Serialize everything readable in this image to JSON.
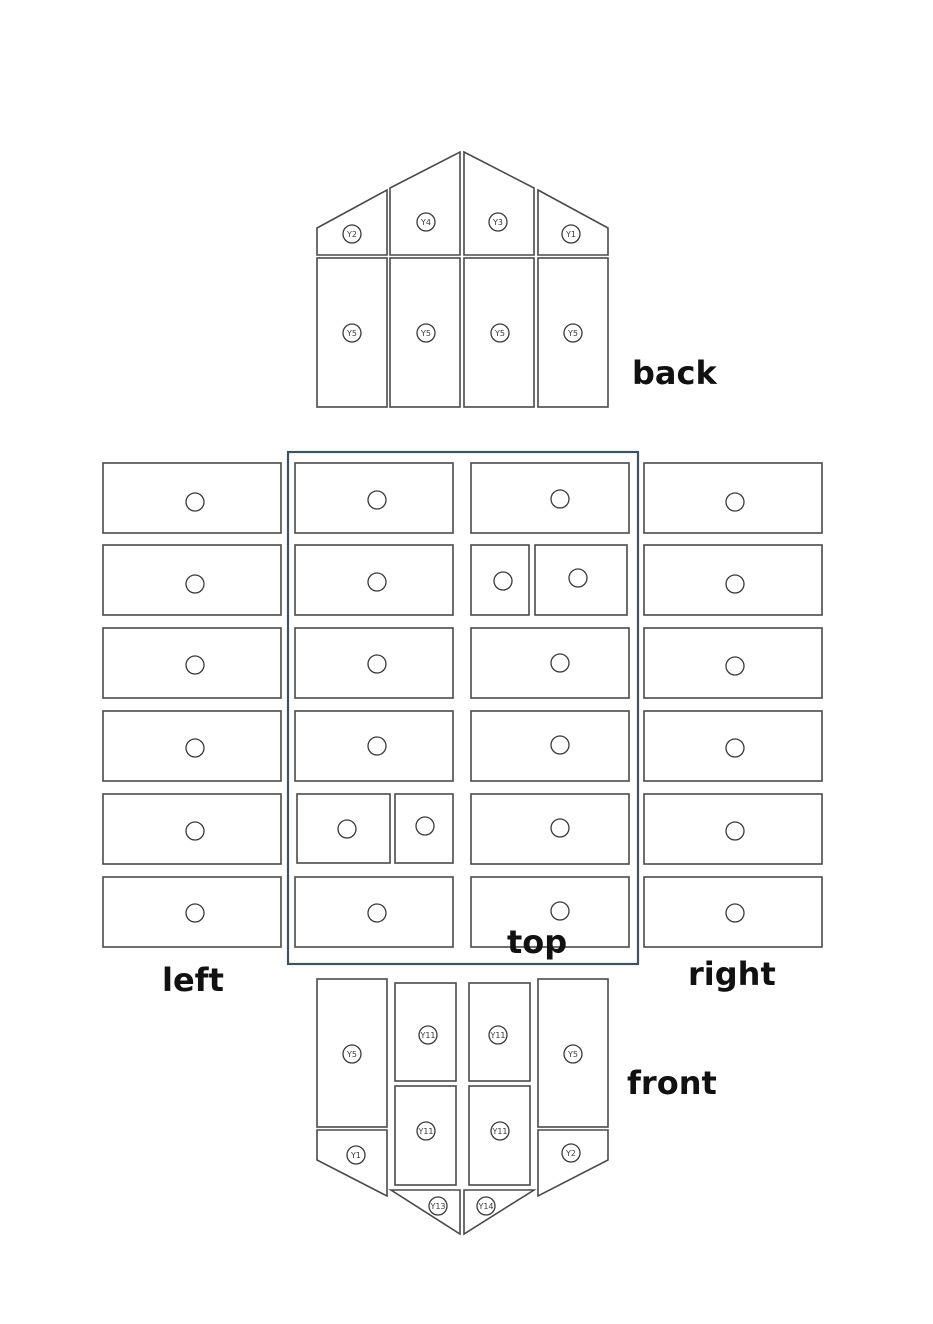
{
  "labels": {
    "back": "back",
    "top": "top",
    "left": "left",
    "right": "right",
    "front": "front"
  },
  "back": {
    "upper_codes": [
      "Y2",
      "Y4",
      "Y3",
      "Y1"
    ],
    "lower_codes": [
      "Y5",
      "Y5",
      "Y5",
      "Y5"
    ]
  },
  "left": {
    "codes": [
      "",
      "",
      "",
      "",
      "",
      ""
    ]
  },
  "right": {
    "codes": [
      "",
      "",
      "",
      "",
      "",
      ""
    ]
  },
  "top": {
    "codes": [
      "",
      "",
      "",
      "",
      "",
      "",
      "",
      "",
      "",
      "",
      "",
      "",
      "",
      ""
    ]
  },
  "front": {
    "side_codes": [
      "Y5",
      "Y5"
    ],
    "corner_codes": [
      "Y1",
      "Y2"
    ],
    "center_codes": [
      "Y11",
      "Y11",
      "Y11",
      "Y11"
    ],
    "bottom_codes": [
      "Y13",
      "Y14"
    ]
  }
}
